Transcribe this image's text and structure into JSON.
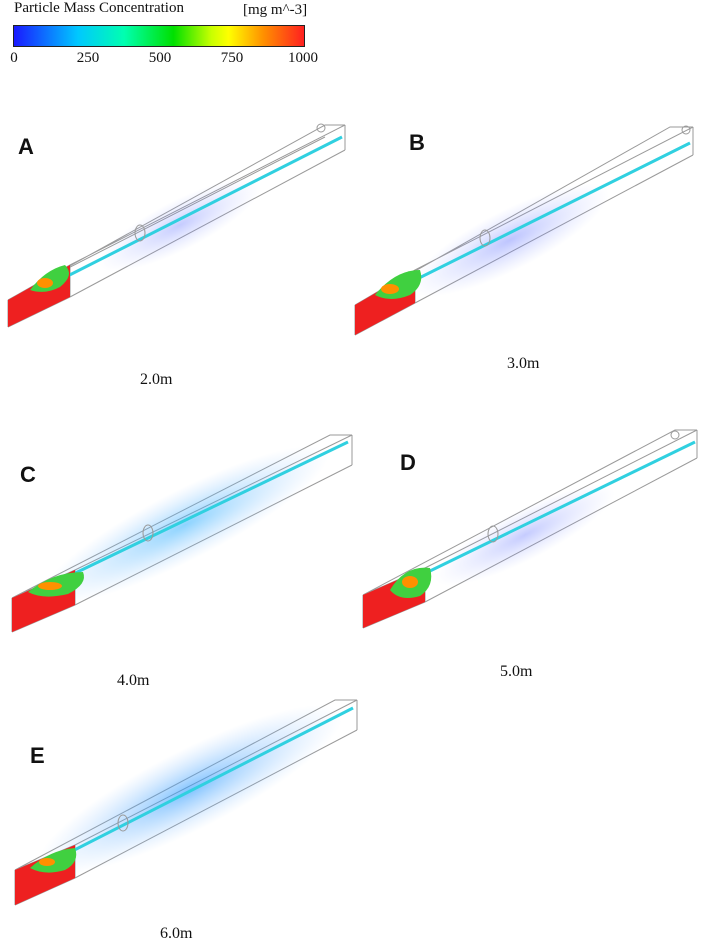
{
  "legend": {
    "title": "Particle Mass Concentration",
    "unit": "[mg m^-3]",
    "ticks": [
      "0",
      "250",
      "500",
      "750",
      "1000"
    ],
    "colors": [
      "#1a1aff",
      "#00ffff",
      "#00e000",
      "#ffff00",
      "#ff7f00",
      "#ff2020"
    ]
  },
  "panels": [
    {
      "letter": "A",
      "caption": "2.0m"
    },
    {
      "letter": "B",
      "caption": "3.0m"
    },
    {
      "letter": "C",
      "caption": "4.0m"
    },
    {
      "letter": "D",
      "caption": "5.0m"
    },
    {
      "letter": "E",
      "caption": "6.0m"
    }
  ]
}
